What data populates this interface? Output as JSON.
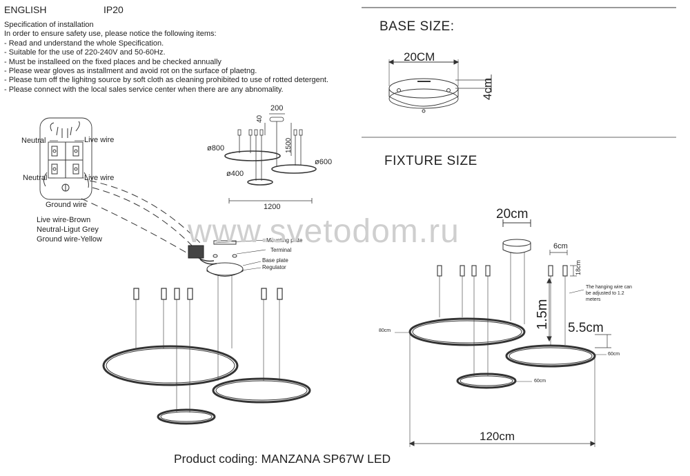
{
  "header": {
    "language": "ENGLISH",
    "rating": "IP20"
  },
  "spec": {
    "title": "Specification of installation",
    "lines": [
      "In order to ensure safety use, please notice the following items:",
      "- Read and understand the whole Specification.",
      "- Suitable for the use of 220-240V and 50-60Hz.",
      "- Must be installeed on the fixed places and be checked annually",
      "- Please wear gloves as installment and avoid rot on the surface of plaetng.",
      "- Please tum off the lighitng source by soft cloth as cleaning prohibited to use of rotted detergent.",
      "- Please connect with the local sales service center when there are any abnomality."
    ]
  },
  "wiring": {
    "neutral_top": "Neutral",
    "live_top": "Live wire",
    "neutral_bottom": "Neutral",
    "live_bottom": "Live wire",
    "ground": "Ground wire",
    "legend": [
      "Live wire-Brown",
      "Neutral-Ligut Grey",
      "Ground wire-Yellow"
    ]
  },
  "small_diagram": {
    "d200": "200",
    "d40": "40",
    "d1500": "1500",
    "d800": "ø800",
    "d600": "ø600",
    "d400": "ø400",
    "d1200": "1200"
  },
  "mount_labels": {
    "mounting_plate": "Mounting plate",
    "terminal": "Terminal",
    "base_plate": "Base plate",
    "regulator": "Regulator"
  },
  "base_size": {
    "title": "BASE SIZE:",
    "width": "20CM",
    "height": "4cm"
  },
  "fixture_size": {
    "title": "FIXTURE SIZE",
    "canopy": "20cm",
    "holder_w": "6cm",
    "holder_h": "18cm",
    "note": [
      "The hanging wire can",
      "be adjusted to 1.2",
      "meters"
    ],
    "wire_len": "1.5m",
    "ring_depth": "5.5cm",
    "ring_large": "80cm",
    "ring_mid": "60cm",
    "ring_small": "60cm",
    "total_width": "120cm"
  },
  "watermark": "www.svetodom.ru",
  "footer": "Product coding: MANZANA SP67W LED"
}
